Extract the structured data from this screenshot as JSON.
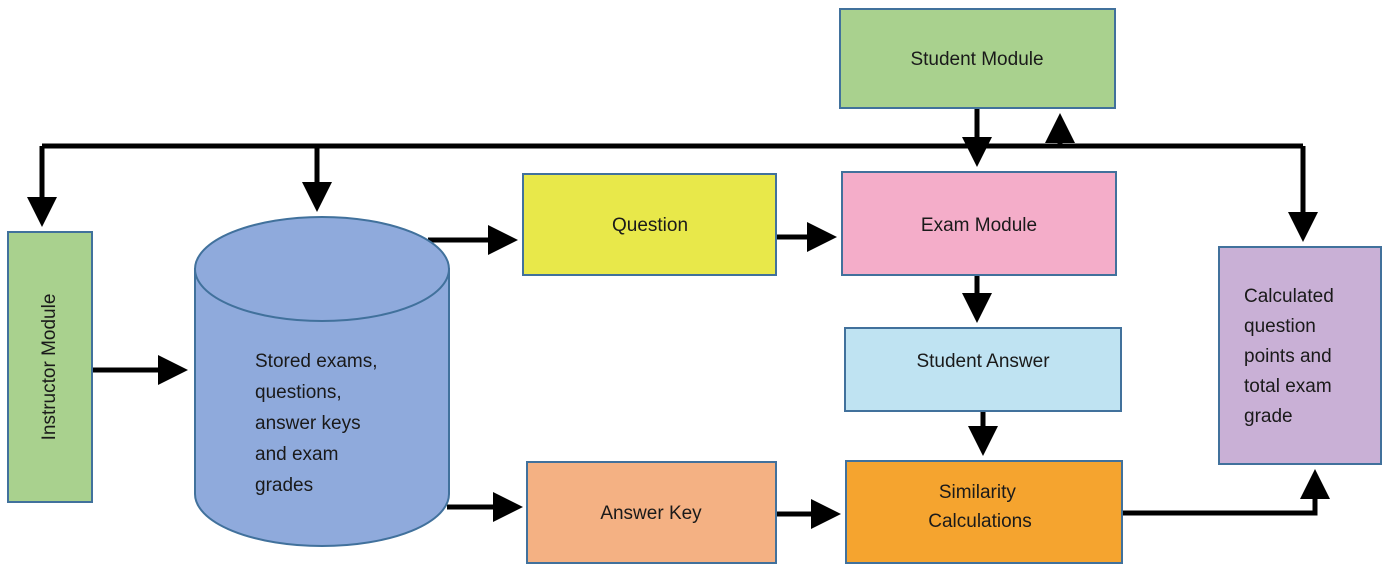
{
  "nodes": {
    "student_module": {
      "label": "Student Module",
      "color": "#a9d18e"
    },
    "instructor_module": {
      "label": "Instructor Module",
      "color": "#a9d18e"
    },
    "database": {
      "lines": [
        "Stored exams,",
        "questions,",
        "answer keys",
        "and exam",
        "grades"
      ],
      "color": "#8faadc"
    },
    "question": {
      "label": "Question",
      "color": "#e8e84a"
    },
    "exam_module": {
      "label": "Exam Module",
      "color": "#f4adc9"
    },
    "student_answer": {
      "label": "Student Answer",
      "color": "#bfe3f2"
    },
    "answer_key": {
      "label": "Answer Key",
      "color": "#f4b183"
    },
    "similarity": {
      "lines": [
        "Similarity",
        "Calculations"
      ],
      "color": "#f5a42f"
    },
    "calculated": {
      "lines": [
        "Calculated",
        "question",
        "points and",
        "total exam",
        "grade"
      ],
      "color": "#c9b0d6"
    }
  },
  "border_color": "#41719c",
  "edge_color": "#000000"
}
